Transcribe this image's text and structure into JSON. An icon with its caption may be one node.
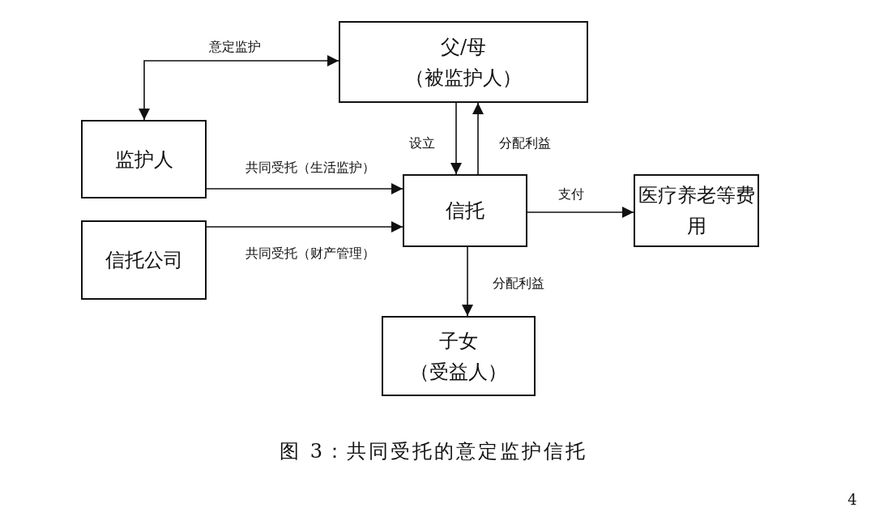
{
  "diagram": {
    "caption": "图 3：共同受托的意定监护信托",
    "nodes": [
      {
        "text": [
          "父/母",
          "（被监护人）"
        ]
      },
      {
        "text": [
          "监护人"
        ]
      },
      {
        "text": [
          "信托公司"
        ]
      },
      {
        "text": [
          "信托"
        ]
      },
      {
        "text": [
          "医疗养老等费用"
        ]
      },
      {
        "text": [
          "子女",
          "（受益人）"
        ]
      }
    ],
    "edges": [
      {
        "from": 1,
        "to": 0,
        "arrow": "both",
        "label": "意定监护"
      },
      {
        "from": 0,
        "to": 3,
        "arrow": "to",
        "label": "设立"
      },
      {
        "from": 3,
        "to": 0,
        "arrow": "to",
        "label": "分配利益"
      },
      {
        "from": 1,
        "to": 3,
        "arrow": "to",
        "label": "共同受托（生活监护）"
      },
      {
        "from": 2,
        "to": 3,
        "arrow": "to",
        "label": "共同受托（财产管理）"
      },
      {
        "from": 3,
        "to": 4,
        "arrow": "to",
        "label": "支付"
      },
      {
        "from": 3,
        "to": 5,
        "arrow": "to",
        "label": "分配利益"
      }
    ],
    "labels": [
      "4"
    ]
  }
}
